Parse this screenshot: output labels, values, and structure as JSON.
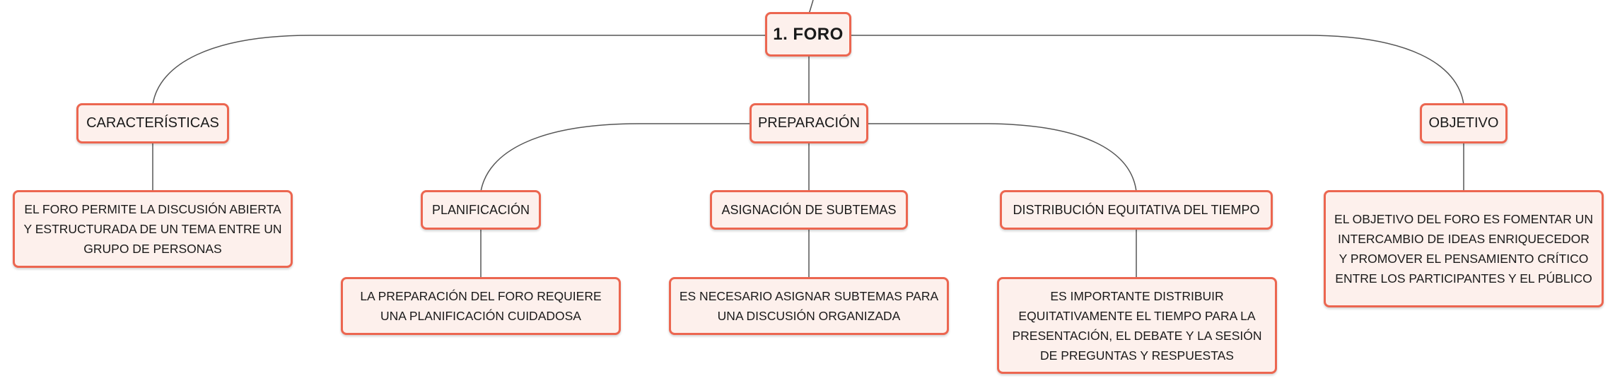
{
  "colors": {
    "border": "#ec6650",
    "fill": "#fdf0ec",
    "line": "#555555"
  },
  "root": {
    "label": "1. FORO"
  },
  "caracteristicas": {
    "label": "CARACTERÍSTICAS",
    "detail": "EL FORO PERMITE LA DISCUSIÓN ABIERTA Y ESTRUCTURADA DE UN TEMA ENTRE UN GRUPO DE PERSONAS"
  },
  "preparacion": {
    "label": "PREPARACIÓN",
    "children": [
      {
        "label": "PLANIFICACIÓN",
        "detail": "LA PREPARACIÓN DEL FORO REQUIERE UNA PLANIFICACIÓN CUIDADOSA"
      },
      {
        "label": "ASIGNACIÓN DE SUBTEMAS",
        "detail": "ES NECESARIO ASIGNAR SUBTEMAS PARA UNA DISCUSIÓN ORGANIZADA"
      },
      {
        "label": "DISTRIBUCIÓN EQUITATIVA DEL TIEMPO",
        "detail": "ES IMPORTANTE DISTRIBUIR EQUITATIVAMENTE EL TIEMPO PARA LA PRESENTACIÓN, EL DEBATE Y LA SESIÓN DE PREGUNTAS Y RESPUESTAS"
      }
    ]
  },
  "objetivo": {
    "label": "OBJETIVO",
    "detail": "EL OBJETIVO DEL FORO ES FOMENTAR UN INTERCAMBIO DE IDEAS ENRIQUECEDOR Y PROMOVER EL PENSAMIENTO CRÍTICO ENTRE LOS PARTICIPANTES Y EL PÚBLICO"
  }
}
